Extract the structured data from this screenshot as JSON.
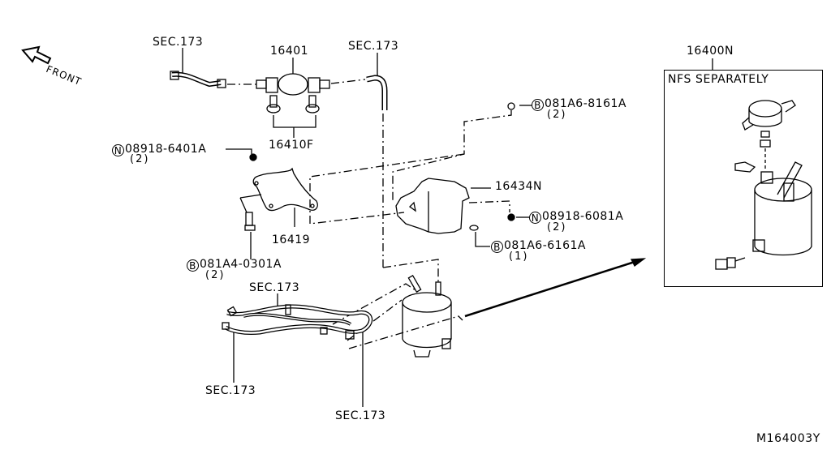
{
  "diagram": {
    "title_code": "M164003Y",
    "orientation_label": "FRONT",
    "callouts": [
      {
        "id": "sec173_top_left",
        "text": "SEC.173"
      },
      {
        "id": "part_16401",
        "text": "16401"
      },
      {
        "id": "sec173_top_mid",
        "text": "SEC.173"
      },
      {
        "id": "part_16410F",
        "text": "16410F"
      },
      {
        "id": "part_16419",
        "text": "16419"
      },
      {
        "id": "part_16434N",
        "text": "16434N"
      },
      {
        "id": "sec173_mid",
        "text": "SEC.173"
      },
      {
        "id": "sec173_bottom_left",
        "text": "SEC.173"
      },
      {
        "id": "sec173_bottom_mid",
        "text": "SEC.173"
      }
    ],
    "fasteners": [
      {
        "id": "nut_08918_6401A",
        "prefix": "N",
        "part": "08918-6401A",
        "qty": "(2)"
      },
      {
        "id": "bolt_081A6_8161A",
        "prefix": "B",
        "part": "081A6-8161A",
        "qty": "(2)"
      },
      {
        "id": "nut_08918_6081A",
        "prefix": "N",
        "part": "08918-6081A",
        "qty": "(2)"
      },
      {
        "id": "bolt_081A6_6161A",
        "prefix": "B",
        "part": "081A6-6161A",
        "qty": "(1)"
      },
      {
        "id": "bolt_081A4_0301A",
        "prefix": "B",
        "part": "081A4-0301A",
        "qty": "(2)"
      }
    ],
    "assembly_box": {
      "part": "16400N",
      "note": "NFS SEPARATELY"
    }
  }
}
